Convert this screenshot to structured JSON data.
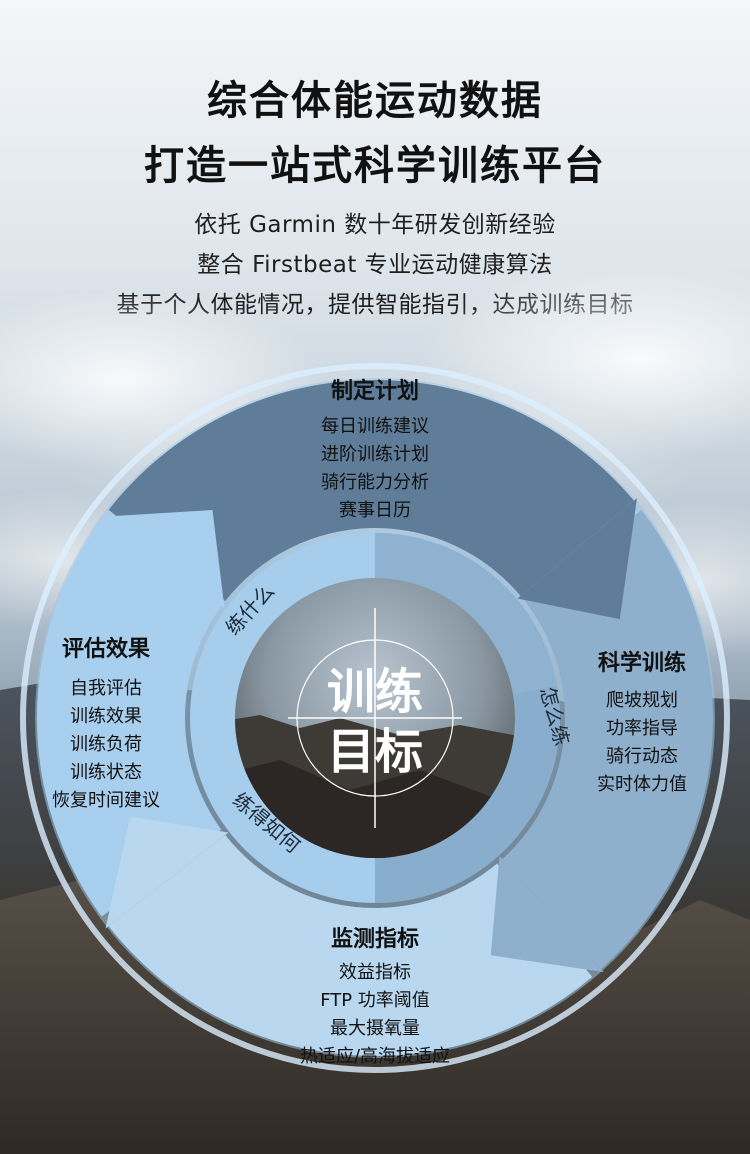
{
  "header": {
    "title_line1": "综合体能运动数据",
    "title_line2": "打造一站式科学训练平台",
    "subtitle_line1": "依托 Garmin 数十年研发创新经验",
    "subtitle_line2": "整合 Firstbeat 专业运动健康算法",
    "subtitle_line3": "基于个人体能情况，提供智能指引，达成训练目标"
  },
  "cycle": {
    "center": {
      "line1": "训练",
      "line2": "目标"
    },
    "inner_labels": {
      "top_left": "练什么",
      "right": "怎么练",
      "bottom_left": "练得如何"
    },
    "stages": {
      "plan": {
        "title": "制定计划",
        "items": [
          "每日训练建议",
          "进阶训练计划",
          "骑行能力分析",
          "赛事日历"
        ]
      },
      "train": {
        "title": "科学训练",
        "items": [
          "爬坡规划",
          "功率指导",
          "骑行动态",
          "实时体力值"
        ]
      },
      "monitor": {
        "title": "监测指标",
        "items": [
          "效益指标",
          "FTP 功率阈值",
          "最大摄氧量",
          "热适应/高海拔适应"
        ]
      },
      "evaluate": {
        "title": "评估效果",
        "items": [
          "自我评估",
          "训练效果",
          "训练负荷",
          "训练状态",
          "恢复时间建议"
        ]
      }
    }
  },
  "colors": {
    "plan_segment": "#5f7c98",
    "train_segment": "#8fb0cc",
    "monitor_segment": "#b9d8f0",
    "evaluate_segment": "#a9cfee",
    "ring_outline": "#dbeeff",
    "title_text": "#111111"
  }
}
